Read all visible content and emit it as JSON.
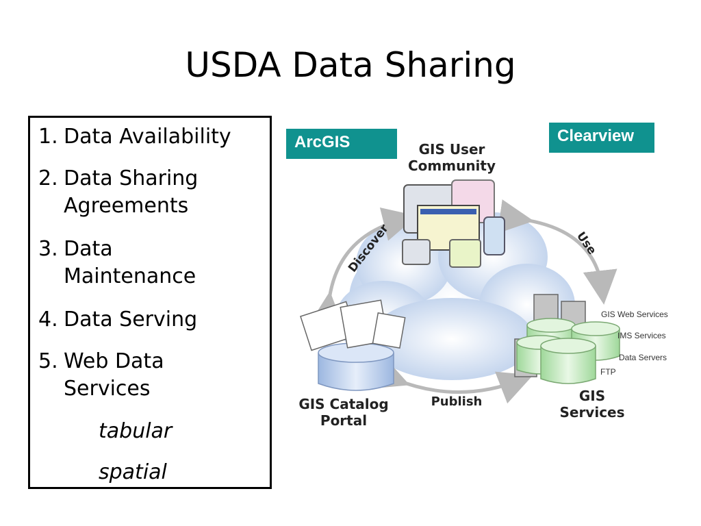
{
  "title": "USDA Data Sharing",
  "list": {
    "items": [
      {
        "num": "1.",
        "lines": [
          "Data Availability"
        ]
      },
      {
        "num": "2.",
        "lines": [
          "Data Sharing",
          "Agreements"
        ]
      },
      {
        "num": "3.",
        "lines": [
          "Data",
          "Maintenance"
        ]
      },
      {
        "num": "4.",
        "lines": [
          "Data Serving"
        ]
      },
      {
        "num": "5.",
        "lines": [
          "Web Data",
          "Services"
        ]
      }
    ],
    "subitems": [
      "tabular",
      "spatial"
    ]
  },
  "tags": {
    "arcgis": "ArcGIS",
    "clearview": "Clearview"
  },
  "diagram": {
    "user_community": [
      "GIS User",
      "Community"
    ],
    "catalog_portal": [
      "GIS Catalog",
      "Portal"
    ],
    "services": [
      "GIS",
      "Services"
    ],
    "discover": "Discover",
    "use": "Use",
    "publish": "Publish",
    "service_types": [
      "GIS Web Services",
      "IMS Services",
      "Data Servers",
      "FTP"
    ]
  },
  "colors": {
    "tag_bg": "#10928f",
    "cloud": "#c9d9f0",
    "cylinder": "#c7ecc0"
  }
}
